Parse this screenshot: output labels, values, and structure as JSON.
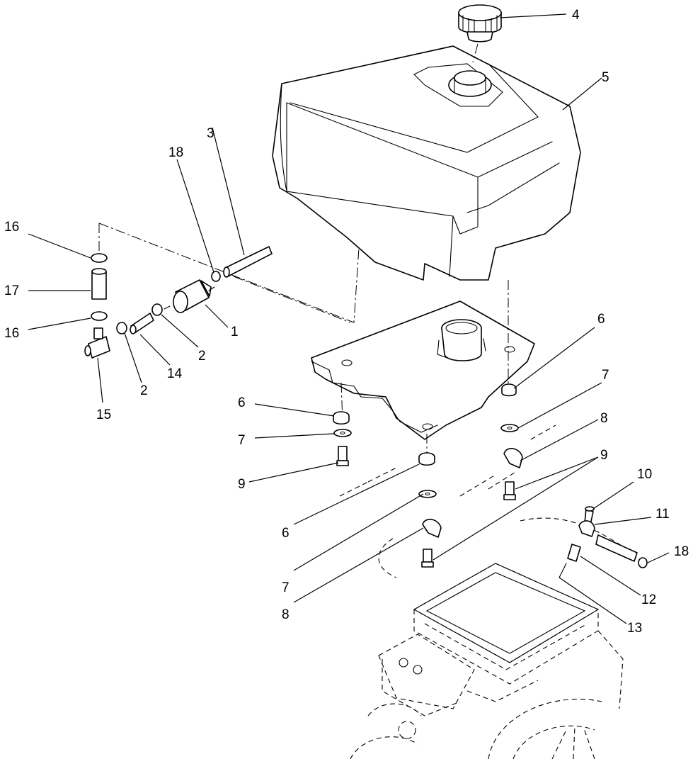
{
  "callouts": [
    {
      "id": "c-4",
      "label": "4"
    },
    {
      "id": "c-5",
      "label": "5"
    },
    {
      "id": "c-3",
      "label": "3"
    },
    {
      "id": "c-18a",
      "label": "18"
    },
    {
      "id": "c-16a",
      "label": "16"
    },
    {
      "id": "c-17",
      "label": "17"
    },
    {
      "id": "c-16b",
      "label": "16"
    },
    {
      "id": "c-1",
      "label": "1"
    },
    {
      "id": "c-2a",
      "label": "2"
    },
    {
      "id": "c-14",
      "label": "14"
    },
    {
      "id": "c-2b",
      "label": "2"
    },
    {
      "id": "c-15",
      "label": "15"
    },
    {
      "id": "c-6a",
      "label": "6"
    },
    {
      "id": "c-7a",
      "label": "7"
    },
    {
      "id": "c-9a",
      "label": "9"
    },
    {
      "id": "c-6b",
      "label": "6"
    },
    {
      "id": "c-7b",
      "label": "7"
    },
    {
      "id": "c-8a",
      "label": "8"
    },
    {
      "id": "c-6c",
      "label": "6"
    },
    {
      "id": "c-7c",
      "label": "7"
    },
    {
      "id": "c-8b",
      "label": "8"
    },
    {
      "id": "c-9b",
      "label": "9"
    },
    {
      "id": "c-10",
      "label": "10"
    },
    {
      "id": "c-11",
      "label": "11"
    },
    {
      "id": "c-18b",
      "label": "18"
    },
    {
      "id": "c-12",
      "label": "12"
    },
    {
      "id": "c-13",
      "label": "13"
    }
  ],
  "colors": {
    "line": "#000000",
    "background": "#ffffff"
  }
}
